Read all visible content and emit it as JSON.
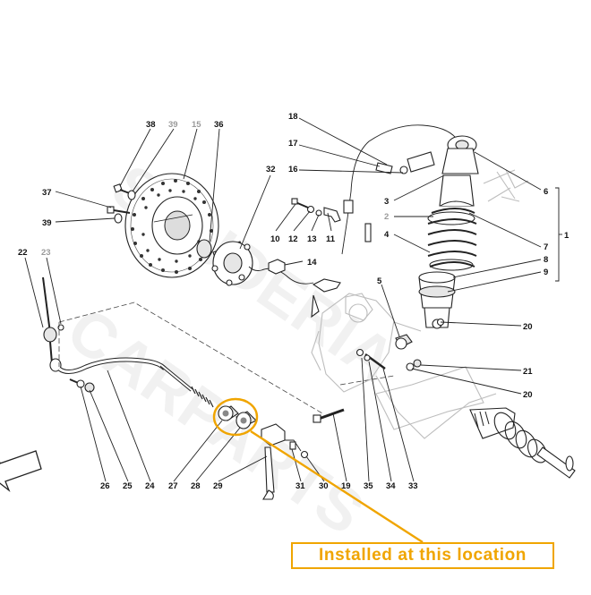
{
  "diagram": {
    "part_numbers": [
      {
        "id": "n38",
        "text": "38"
      },
      {
        "id": "n39a",
        "text": "39",
        "muted": true
      },
      {
        "id": "n15",
        "text": "15",
        "muted": true
      },
      {
        "id": "n36",
        "text": "36"
      },
      {
        "id": "n37",
        "text": "37"
      },
      {
        "id": "n39b",
        "text": "39"
      },
      {
        "id": "n32",
        "text": "32"
      },
      {
        "id": "n18",
        "text": "18"
      },
      {
        "id": "n17",
        "text": "17"
      },
      {
        "id": "n16",
        "text": "16"
      },
      {
        "id": "n6",
        "text": "6"
      },
      {
        "id": "n3",
        "text": "3"
      },
      {
        "id": "n2",
        "text": "2",
        "muted": true
      },
      {
        "id": "n4",
        "text": "4"
      },
      {
        "id": "n7",
        "text": "7"
      },
      {
        "id": "n8",
        "text": "8"
      },
      {
        "id": "n9",
        "text": "9"
      },
      {
        "id": "n1",
        "text": "1"
      },
      {
        "id": "n10",
        "text": "10"
      },
      {
        "id": "n12",
        "text": "12"
      },
      {
        "id": "n13",
        "text": "13"
      },
      {
        "id": "n11",
        "text": "11"
      },
      {
        "id": "n14",
        "text": "14"
      },
      {
        "id": "n22",
        "text": "22"
      },
      {
        "id": "n23",
        "text": "23",
        "muted": true
      },
      {
        "id": "n5",
        "text": "5"
      },
      {
        "id": "n20a",
        "text": "20"
      },
      {
        "id": "n21",
        "text": "21"
      },
      {
        "id": "n20b",
        "text": "20"
      },
      {
        "id": "n26",
        "text": "26"
      },
      {
        "id": "n25",
        "text": "25"
      },
      {
        "id": "n24",
        "text": "24"
      },
      {
        "id": "n27",
        "text": "27"
      },
      {
        "id": "n28",
        "text": "28"
      },
      {
        "id": "n29",
        "text": "29"
      },
      {
        "id": "n31",
        "text": "31"
      },
      {
        "id": "n30",
        "text": "30"
      },
      {
        "id": "n19",
        "text": "19"
      },
      {
        "id": "n35",
        "text": "35"
      },
      {
        "id": "n34",
        "text": "34"
      },
      {
        "id": "n33",
        "text": "33"
      }
    ],
    "callout": {
      "text": "Installed at this location",
      "color": "#f0a500"
    }
  }
}
